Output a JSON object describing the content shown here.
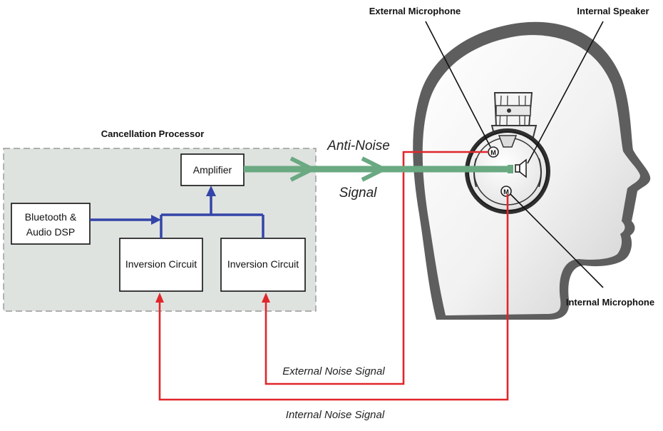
{
  "processor": {
    "title": "Cancellation Processor",
    "amplifier": "Amplifier",
    "bluetooth_line1": "Bluetooth &",
    "bluetooth_line2": "Audio DSP",
    "inversion_left": "Inversion Circuit",
    "inversion_right": "Inversion Circuit"
  },
  "signals": {
    "anti_noise_line1": "Anti-Noise",
    "anti_noise_line2": "Signal",
    "external_noise": "External Noise Signal",
    "internal_noise": "Internal Noise Signal"
  },
  "callouts": {
    "external_microphone": "External Microphone",
    "internal_speaker": "Internal Speaker",
    "internal_microphone": "Internal Microphone",
    "mic_glyph": "M"
  },
  "colors": {
    "noise_line": "#e0262b",
    "audio_line": "#3344a8",
    "anti_noise_arrow": "#6aa982",
    "processor_bg": "#dfe3e0"
  }
}
